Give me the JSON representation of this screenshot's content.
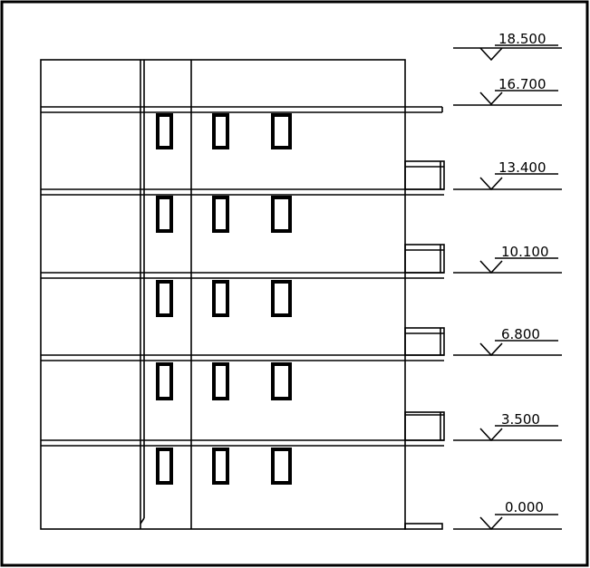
{
  "drawing": {
    "line_color": "#000000",
    "background": "#ffffff",
    "floors": 5,
    "windows_per_floor": 3
  },
  "elevation_marks": [
    {
      "id": "18500",
      "label": "18.500"
    },
    {
      "id": "16700",
      "label": "16.700"
    },
    {
      "id": "13400",
      "label": "13.400"
    },
    {
      "id": "10100",
      "label": "10.100"
    },
    {
      "id": "6800",
      "label": "6.800"
    },
    {
      "id": "3500",
      "label": "3.500"
    },
    {
      "id": "0000",
      "label": "0.000"
    }
  ]
}
